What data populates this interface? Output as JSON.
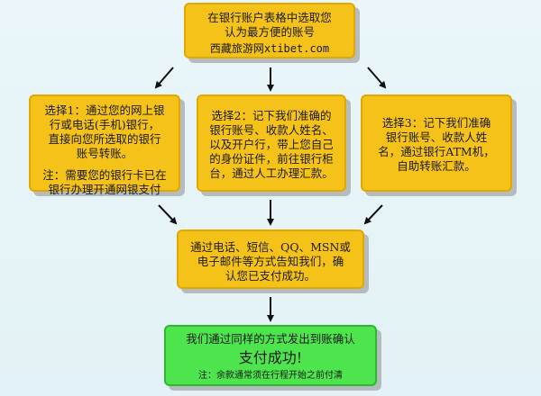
{
  "start": {
    "line1": "在银行账户表格中选取您",
    "line2": "认为最方便的账号",
    "brand": "西藏旅游网xtibet.com"
  },
  "option1": {
    "lines": [
      "选择1：通过您的网上银",
      "行或电话(手机)银行，",
      "直接向您所选取的银行",
      "账号转账。"
    ],
    "note": [
      "注：需要您的银行卡已在",
      "银行办理开通网银支付"
    ]
  },
  "option2": {
    "lines": [
      "选择2：记下我们准确的",
      "银行账号、收款人姓名、",
      "以及开户行，带上您自己",
      "的身份证件，前往银行柜",
      "台，通过人工办理汇款。"
    ]
  },
  "option3": {
    "lines": [
      "选择3：记下我们准确",
      "银行账号、收款人姓",
      "名，通过银行ATM机，",
      "自助转账汇款。"
    ]
  },
  "notify": {
    "lines": [
      "通过电话、短信、QQ、MSN或",
      "电子邮件等方式告知我们，确",
      "认您已支付成功。"
    ]
  },
  "final": {
    "line1": "我们通过同样的方式发出到账确认",
    "line2": "支付成功!",
    "note": "注：余款通常须在行程开始之前付清"
  },
  "colors": {
    "box_fill": "#f5c21a",
    "final_fill": "#4ee44e",
    "arrow": "#111111"
  }
}
